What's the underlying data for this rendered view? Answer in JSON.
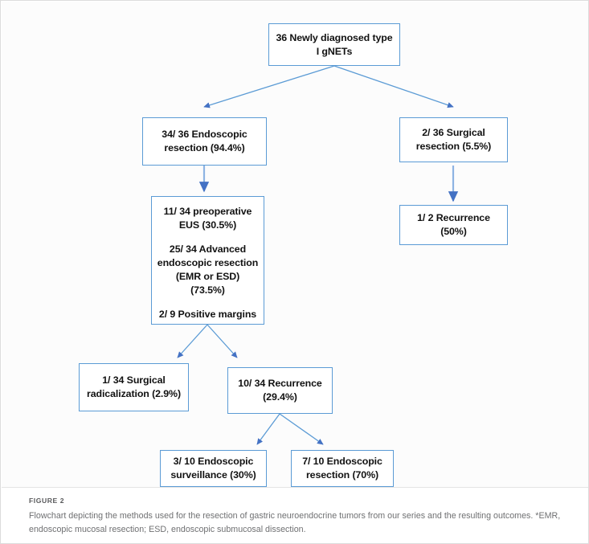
{
  "figure": {
    "label": "FIGURE 2",
    "caption": "Flowchart depicting the methods used for the resection of gastric neuroendocrine tumors from our series and the resulting outcomes. *EMR, endoscopic mucosal resection; ESD, endoscopic submucosal dissection."
  },
  "colors": {
    "box_border": "#5b9bd5",
    "arrow": "#4472c4",
    "box_fill": "#ffffff",
    "canvas": "#fcfcfc",
    "panel_border": "#dcdcdc",
    "text": "#121212",
    "caption_text": "#6f7072"
  },
  "chart_data": {
    "type": "flowchart",
    "title": "Flowchart of resection methods for type I gNETs",
    "nodes": [
      {
        "id": "root",
        "lines": [
          "36 Newly diagnosed type I gNETs"
        ],
        "count": 36
      },
      {
        "id": "endoscopic-resection",
        "lines": [
          "34/ 36 Endoscopic resection (94.4%)"
        ],
        "count": 34,
        "total": 36,
        "percent": 94.4
      },
      {
        "id": "surgical-resection",
        "lines": [
          "2/ 36 Surgical resection (5.5%)"
        ],
        "count": 2,
        "total": 36,
        "percent": 5.5
      },
      {
        "id": "endoscopic-details",
        "lines": [
          "11/ 34 preoperative EUS (30.5%)",
          "25/ 34 Advanced endoscopic resection (EMR or ESD) (73.5%)",
          "2/ 9 Positive margins"
        ]
      },
      {
        "id": "surgical-recurrence",
        "lines": [
          "1/ 2 Recurrence (50%)"
        ],
        "count": 1,
        "total": 2,
        "percent": 50
      },
      {
        "id": "surgical-radicalization",
        "lines": [
          "1/ 34 Surgical radicalization (2.9%)"
        ],
        "count": 1,
        "total": 34,
        "percent": 2.9
      },
      {
        "id": "endoscopic-recurrence",
        "lines": [
          "10/ 34 Recurrence (29.4%)"
        ],
        "count": 10,
        "total": 34,
        "percent": 29.4
      },
      {
        "id": "endoscopic-surveillance",
        "lines": [
          "3/ 10 Endoscopic surveillance (30%)"
        ],
        "count": 3,
        "total": 10,
        "percent": 30
      },
      {
        "id": "endoscopic-reresection",
        "lines": [
          "7/ 10 Endoscopic resection (70%)"
        ],
        "count": 7,
        "total": 10,
        "percent": 70
      }
    ],
    "edges": [
      {
        "from": "root",
        "to": "endoscopic-resection"
      },
      {
        "from": "root",
        "to": "surgical-resection"
      },
      {
        "from": "endoscopic-resection",
        "to": "endoscopic-details"
      },
      {
        "from": "surgical-resection",
        "to": "surgical-recurrence"
      },
      {
        "from": "endoscopic-details",
        "to": "surgical-radicalization"
      },
      {
        "from": "endoscopic-details",
        "to": "endoscopic-recurrence"
      },
      {
        "from": "endoscopic-recurrence",
        "to": "endoscopic-surveillance"
      },
      {
        "from": "endoscopic-recurrence",
        "to": "endoscopic-reresection"
      }
    ]
  },
  "nodes": {
    "root": {
      "line1": "36 Newly diagnosed type",
      "line2": "I gNETs"
    },
    "endoscopic_resection": {
      "line1": "34/ 36 Endoscopic",
      "line2": "resection (94.4%)"
    },
    "surgical_resection": {
      "line1": "2/ 36 Surgical",
      "line2": "resection (5.5%)"
    },
    "endoscopic_details": {
      "para1_line1": "11/ 34 preoperative",
      "para1_line2": "EUS (30.5%)",
      "para2_line1": "25/ 34 Advanced",
      "para2_line2": "endoscopic resection",
      "para2_line3": "(EMR or ESD)",
      "para2_line4": "(73.5%)",
      "para3_line1": "2/ 9 Positive margins"
    },
    "surgical_recurrence": {
      "line1": "1/ 2 Recurrence",
      "line2": "(50%)"
    },
    "surgical_radicalization": {
      "line1": "1/ 34 Surgical",
      "line2": "radicalization (2.9%)"
    },
    "endoscopic_recurrence": {
      "line1": "10/ 34 Recurrence",
      "line2": "(29.4%)"
    },
    "endoscopic_surveillance": {
      "line1": "3/ 10 Endoscopic",
      "line2": "surveillance (30%)"
    },
    "endoscopic_reresection": {
      "line1": "7/ 10 Endoscopic",
      "line2": "resection (70%)"
    }
  }
}
